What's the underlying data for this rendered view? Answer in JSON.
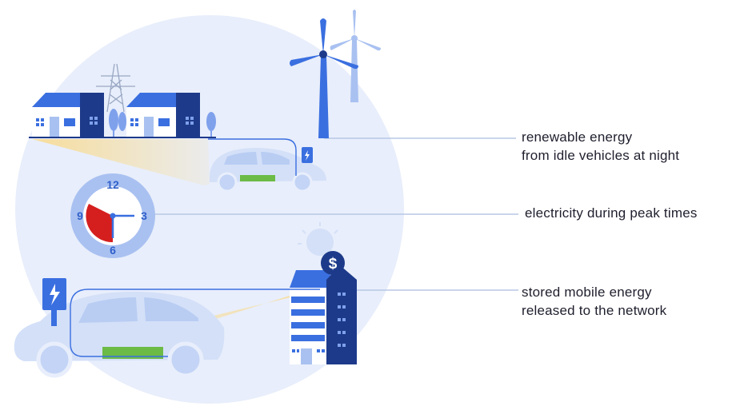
{
  "labels": {
    "renewable": {
      "line1": "renewable energy",
      "line2": "from idle vehicles at night"
    },
    "peak": {
      "line1": "electricity during peak times"
    },
    "stored": {
      "line1": "stored mobile energy",
      "line2": "released to the network"
    }
  },
  "clock": {
    "n12": "12",
    "n3": "3",
    "n6": "6",
    "n9": "9"
  },
  "building_badge_symbol": "$",
  "charger_symbol": "⚡",
  "colors": {
    "circle_bg": "#e8eefb",
    "primary_blue": "#3a6fe0",
    "dark_navy": "#1d3a8a",
    "light_blue": "#a9c1f1",
    "car_body": "#d4e0f8",
    "battery_green": "#6cbb46",
    "beam": "#f8dc96",
    "peak_red": "#d51f1f",
    "line": "#b8c7e6"
  },
  "icons": [
    "house-icon",
    "power-pylon-icon",
    "wind-turbine-icon",
    "tree-icon",
    "car-icon",
    "charger-icon",
    "clock-icon",
    "building-icon",
    "light-bulb-icon",
    "dollar-icon"
  ]
}
